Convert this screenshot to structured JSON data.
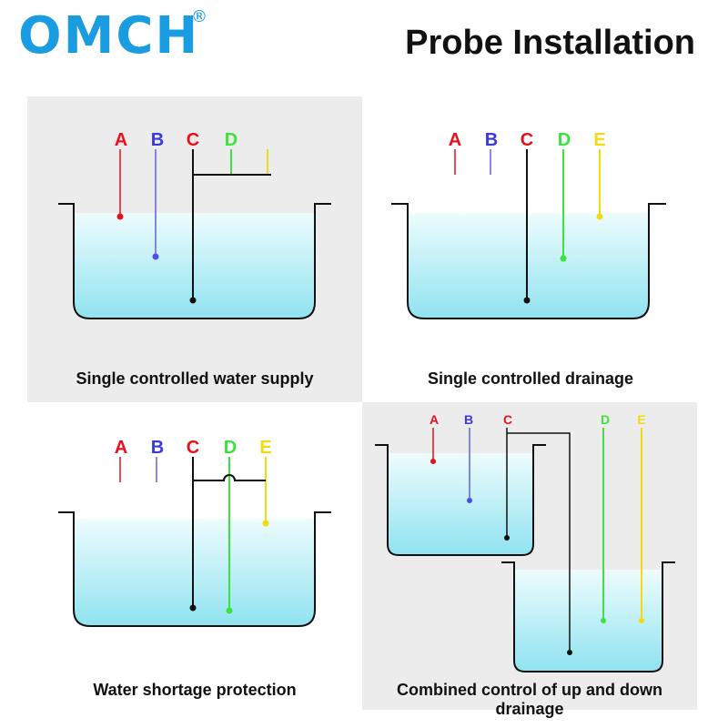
{
  "header": {
    "logo_text": "OMCH",
    "logo_registered": "®",
    "title": "Probe Installation"
  },
  "colors": {
    "brand": "#1a9ce0",
    "probe_a": "#e8101c",
    "probe_b": "#3a3ad8",
    "probe_c": "#e8101c",
    "probe_d": "#3ee23e",
    "probe_e": "#f0dc10",
    "water_top": "#eefcfd",
    "water_bottom": "#8fe3f0",
    "panel_bg": "#ececec"
  },
  "panels": [
    {
      "caption": "Single controlled water supply",
      "labels": [
        "A",
        "B",
        "C",
        "D",
        ""
      ]
    },
    {
      "caption": "Single controlled drainage",
      "labels": [
        "A",
        "B",
        "C",
        "D",
        "E"
      ]
    },
    {
      "caption": "Water shortage protection",
      "labels": [
        "A",
        "B",
        "C",
        "D",
        "E"
      ]
    },
    {
      "caption": "Combined control of up and down drainage",
      "labels": [
        "A",
        "B",
        "C",
        "D",
        "E"
      ]
    }
  ]
}
